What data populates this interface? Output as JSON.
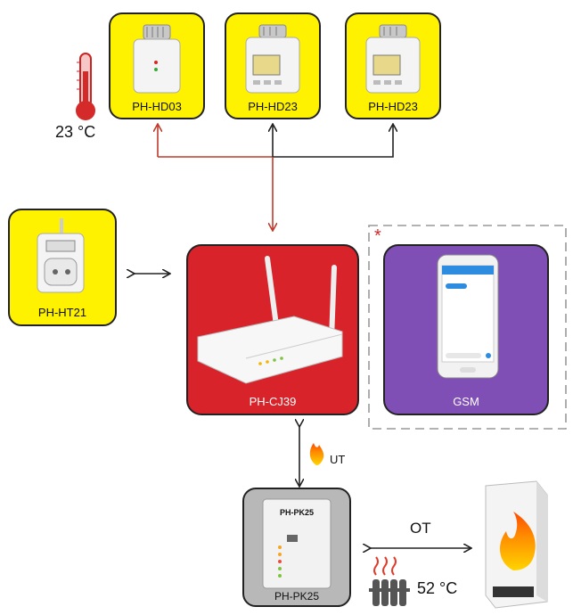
{
  "thermometer": {
    "temperature": "23 °C"
  },
  "devices": {
    "hd03": {
      "label": "PH-HD03"
    },
    "hd23_a": {
      "label": "PH-HD23"
    },
    "hd23_b": {
      "label": "PH-HD23"
    },
    "ht21": {
      "label": "PH-HT21"
    },
    "cj39": {
      "label": "PH-CJ39"
    },
    "gsm": {
      "label": "GSM",
      "marker": "*"
    },
    "pk25": {
      "label": "PH-PK25",
      "face_title": "PH-PK25"
    }
  },
  "links": {
    "ut_label": "UT",
    "ot_label": "OT",
    "boiler_temperature": "52 °C"
  },
  "colors": {
    "yellow": "#fff200",
    "red": "#d8232a",
    "purple": "#7f4fb6",
    "gray": "#b8b8b8",
    "arrow_red": "#c0392b",
    "arrow_dark": "#222222"
  },
  "icons": [
    "thermometer-icon",
    "flame-icon",
    "radiator-icon",
    "heat-waves-icon",
    "boiler-icon",
    "router-icon",
    "smartphone-icon",
    "thermostat-head-icon",
    "socket-timer-icon"
  ]
}
